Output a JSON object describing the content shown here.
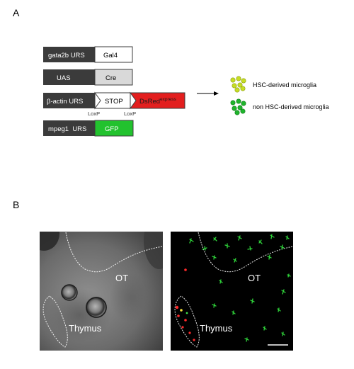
{
  "panel_a": {
    "letter": "A",
    "constructs": [
      {
        "left": "gata2b URS",
        "right": "Gal4"
      },
      {
        "left": "UAS",
        "right": "Cre"
      },
      {
        "left": "β-actin URS",
        "stop": "STOP",
        "red": "DsRed",
        "red_sup": "express"
      },
      {
        "left": "mpeg1  URS",
        "right": "GFP"
      }
    ],
    "loxp": [
      "LoxP",
      "LoxP"
    ],
    "legend": [
      {
        "label": "HSC-derived microglia",
        "color": "#c6dd24"
      },
      {
        "label": "non HSC-derived microglia",
        "color": "#1fb52c"
      }
    ]
  },
  "panel_b": {
    "letter": "B",
    "left_image": {
      "labels": [
        "OT",
        "Thymus"
      ]
    },
    "right_image": {
      "labels": [
        "OT",
        "Thymus"
      ]
    }
  },
  "colors": {
    "dark_box": "#3b3b3b",
    "cre_box": "#d9d9d9",
    "red_box": "#e31e1e",
    "gfp_box": "#22c22e"
  }
}
